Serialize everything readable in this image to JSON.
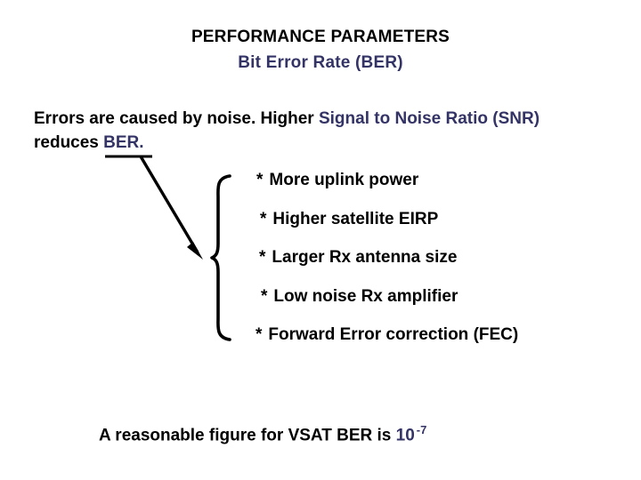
{
  "slide": {
    "background_color": "#ffffff",
    "accent_color": "#333366",
    "text_color": "#000000"
  },
  "title": {
    "main": "PERFORMANCE PARAMETERS",
    "sub": "Bit Error Rate (BER)"
  },
  "paragraph": {
    "run1": "Errors are caused by noise.  Higher ",
    "run2": "Signal to Noise Ratio (SNR)",
    "run3": " reduces ",
    "run4": "BER."
  },
  "bullets": [
    {
      "marker": "*",
      "label": "More uplink power"
    },
    {
      "marker": "*",
      "label": "Higher satellite EIRP"
    },
    {
      "marker": "*",
      "label": "Larger Rx antenna size"
    },
    {
      "marker": "*",
      "label": "Low noise Rx amplifier"
    },
    {
      "marker": "*",
      "label": "Forward Error correction (FEC)"
    }
  ],
  "footer": {
    "text": "A reasonable figure for VSAT BER is ",
    "exponent_base": "10",
    "exponent_power": "-7"
  },
  "annotations": {
    "underline_name": "snr-underline",
    "arrow_name": "arrow-snr-to-brace",
    "brace_name": "curly-brace-grouping-bullets"
  }
}
